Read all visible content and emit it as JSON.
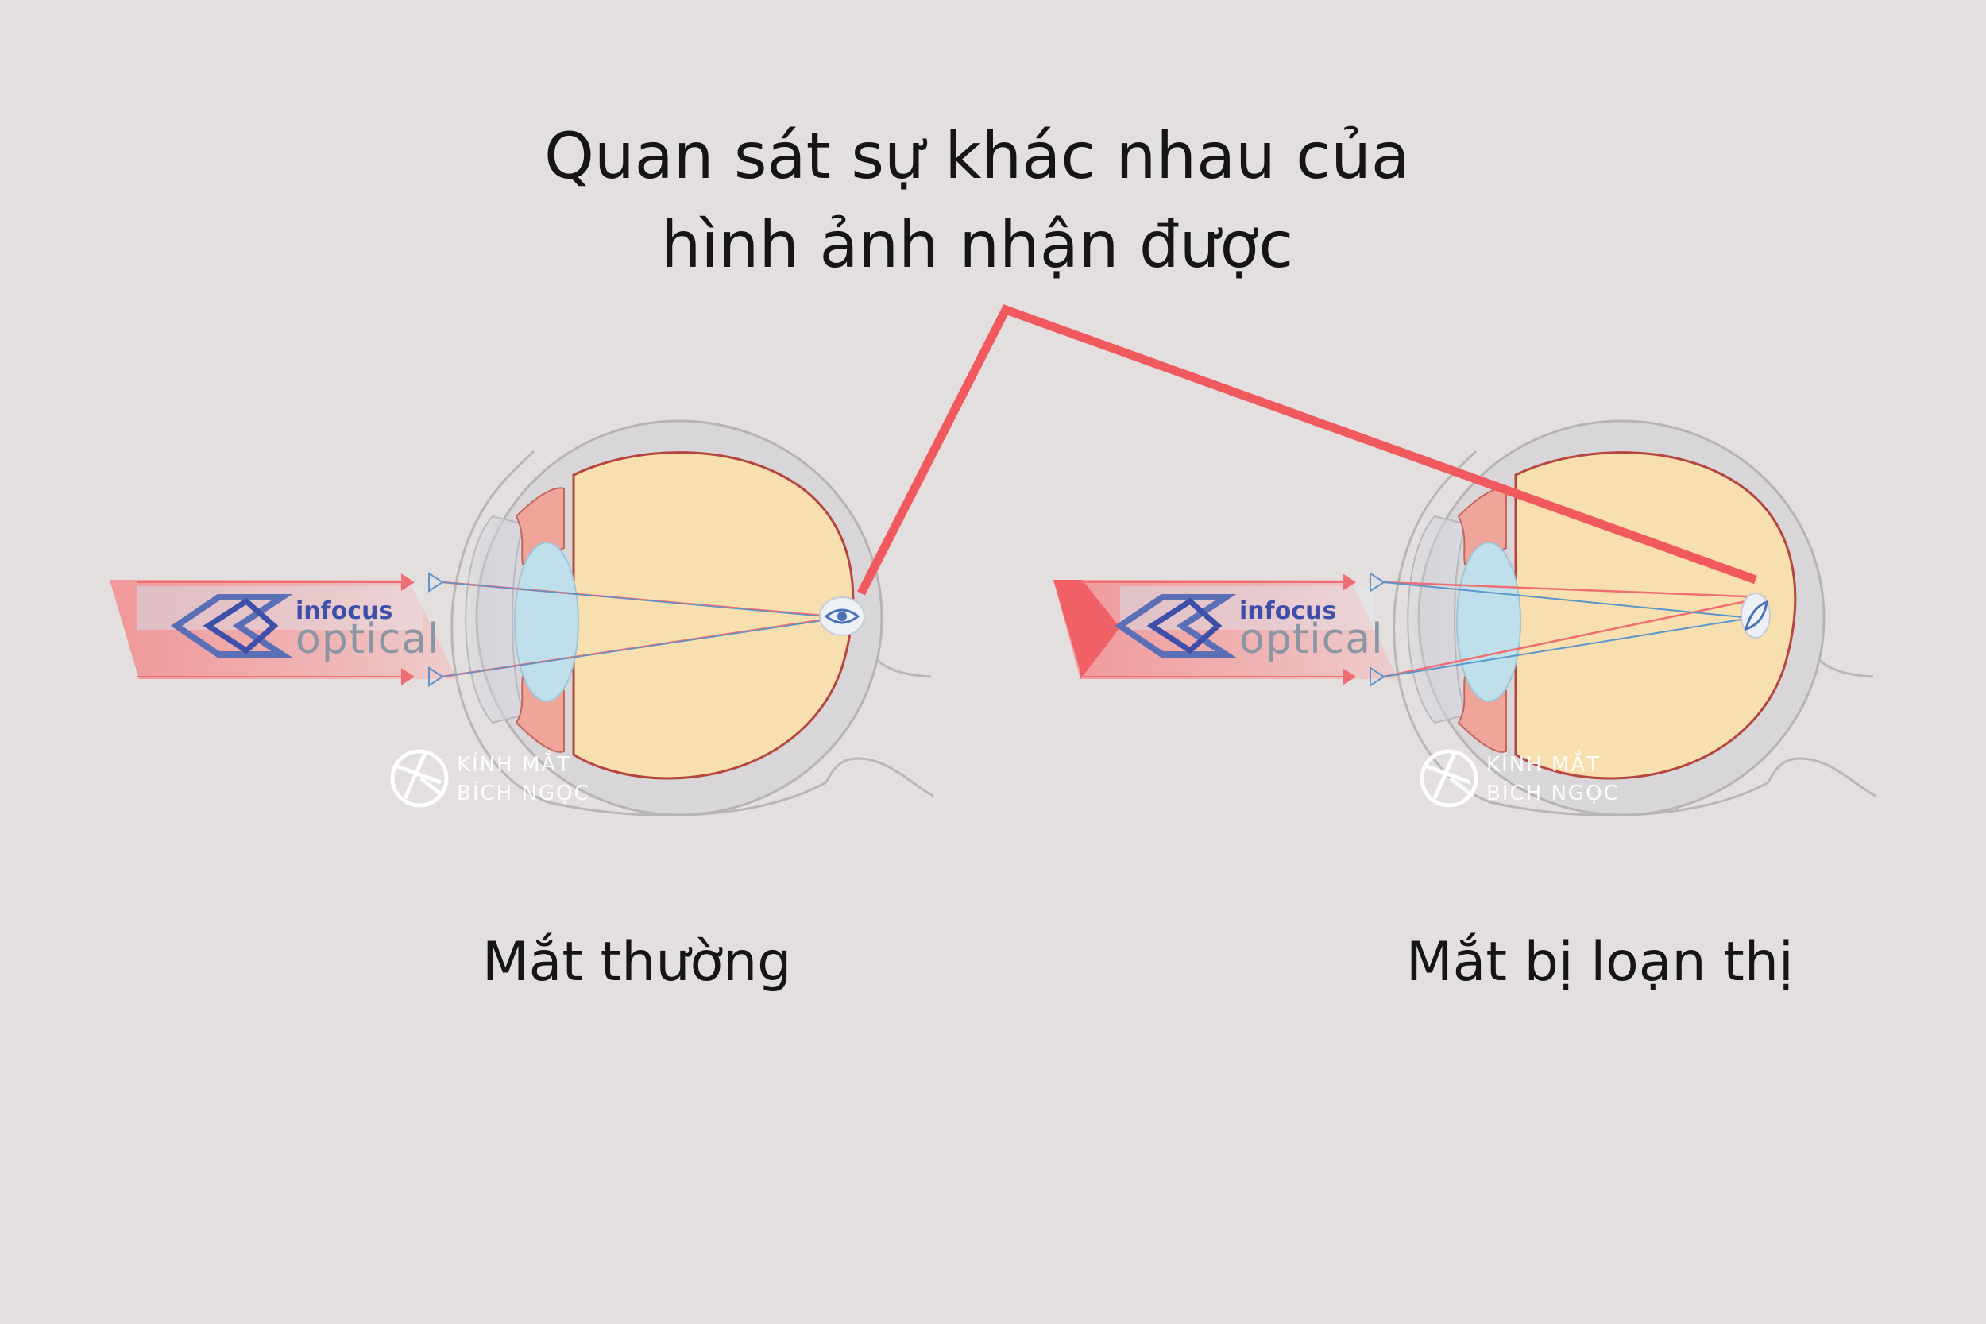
{
  "title": {
    "line1": "Quan sát sự khác nhau của",
    "line2": "hình ảnh nhận được"
  },
  "diagrams": [
    {
      "id": "normal",
      "caption": "Mắt thường",
      "logo": {
        "line1": "infocus",
        "line2": "optical"
      },
      "watermark": {
        "line1": "KÍNH MẮT",
        "line2": "BÍCH NGỌC"
      }
    },
    {
      "id": "astigmatism",
      "caption": "Mắt bị loạn thị",
      "logo": {
        "line1": "infocus",
        "line2": "optical"
      },
      "watermark": {
        "line1": "KÍNH MẮT",
        "line2": "BÍCH NGỌC"
      }
    }
  ],
  "colors": {
    "background": "#e3dfde",
    "pointer_line": "#f05a5f",
    "eyeball_fill": "#f7dfaf",
    "retina_edge": "#b5453e",
    "lens_fill": "#bfe0ea",
    "red_ray": "#ef6e73",
    "blue_ray": "#5a95cb",
    "iris": "#f0a59a"
  }
}
